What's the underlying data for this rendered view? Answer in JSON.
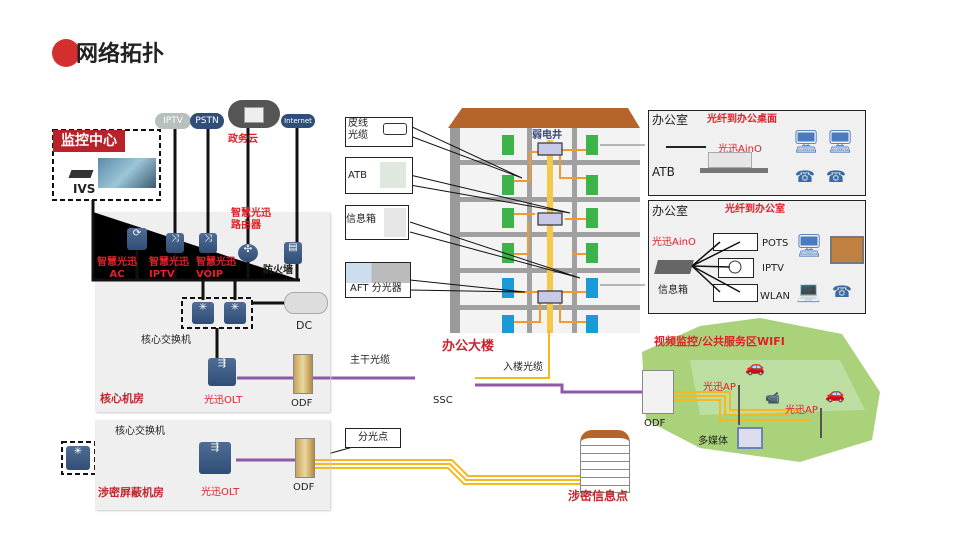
{
  "title": "网络拓扑",
  "monitor": {
    "header": "监控中心",
    "ivs": "IVS"
  },
  "clouds": {
    "iptv": "IPTV",
    "pstn": "PSTN",
    "gov": "政务云",
    "internet": "Internet"
  },
  "core_room": {
    "ac": [
      "智慧光迅",
      "AC"
    ],
    "iptv": [
      "智慧光迅",
      "IPTV"
    ],
    "voip": [
      "智慧光迅",
      "VOIP"
    ],
    "router": [
      "智慧光迅",
      "路由器"
    ],
    "firewall": "防火墙",
    "dc": "DC",
    "core_switch": "核心交换机",
    "olt": "光迅OLT",
    "odf": "ODF",
    "name": "核心机房"
  },
  "secret_room": {
    "core_switch": "核心交换机",
    "olt": "光迅OLT",
    "odf": "ODF",
    "name": "涉密屏蔽机房",
    "split_point": "分光点"
  },
  "trunk_cable": "主干光缆",
  "ssc": "SSC",
  "building": {
    "name": "办公大楼",
    "shaft": "弱电井",
    "entry_cable": "入楼光缆",
    "callouts": [
      "皮线\n光缆",
      "ATB",
      "信息箱",
      "AFT 分光器"
    ]
  },
  "secret_point": "涉密信息点",
  "office1": {
    "room": "办公室",
    "title": "光纤到办公桌面",
    "device": "光迅AinO",
    "atb": "ATB"
  },
  "office2": {
    "room": "办公室",
    "title": "光纤到办公室",
    "device": "光迅AinO",
    "box": "信息箱",
    "ports": [
      "POTS",
      "IPTV",
      "WLAN"
    ]
  },
  "wifi": {
    "title": "视频监控/公共服务区WIFI",
    "ap1": "光迅AP",
    "ap2": "光迅AP",
    "odf": "ODF",
    "media": "多媒体"
  },
  "colors": {
    "accent": "#e0202a",
    "trunk": "#8e5aa8",
    "fiber": "#f5b820",
    "building_green": "#3cb44a",
    "building_blue": "#1a9ad6"
  }
}
